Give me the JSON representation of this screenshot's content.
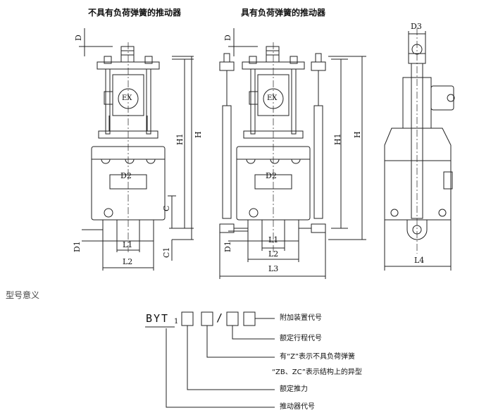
{
  "titles": {
    "left": "不具有负荷弹簧的推动器",
    "middle": "具有负荷弹簧的推动器"
  },
  "dims": {
    "D": "D",
    "D1": "D1",
    "D2": "D2",
    "D3": "D3",
    "H": "H",
    "H1": "H1",
    "C": "C",
    "C1": "C1",
    "L1": "L1",
    "L2": "L2",
    "L3": "L3",
    "L4": "L4",
    "ex_mark": "EX"
  },
  "section_title": "型号意义",
  "model_code": {
    "prefix": "BYT",
    "sub": "1",
    "slash": "/"
  },
  "legend": {
    "attach": "附加装置代号",
    "stroke": "额定行程代号",
    "spring": "有“Z”表示不具负荷弹簧",
    "variant": "“ZB、ZC”表示结构上的异型",
    "thrust": "额定推力",
    "thruster": "推动器代号"
  },
  "colors": {
    "line": "#222222"
  }
}
